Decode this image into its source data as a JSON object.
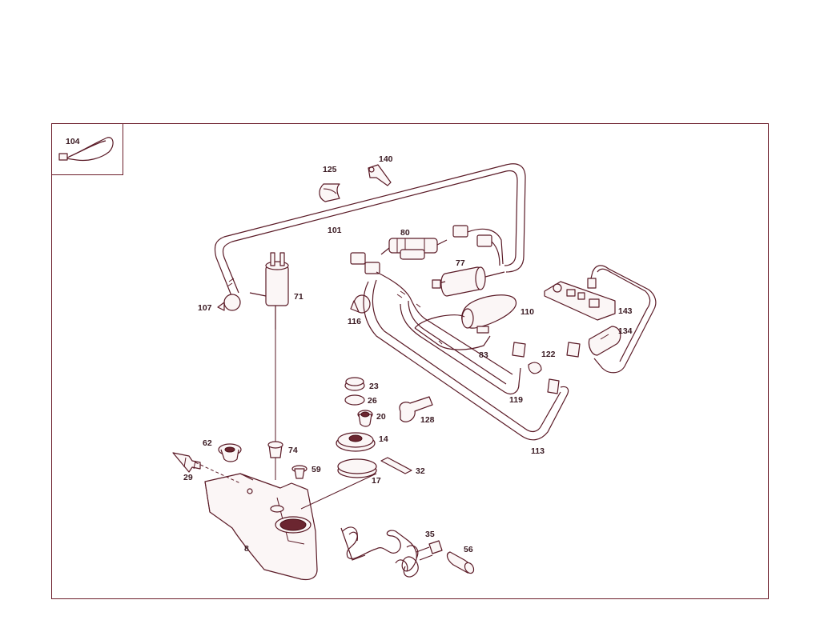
{
  "diagram": {
    "labels": {
      "p104": "104",
      "p125": "125",
      "p140": "140",
      "p101": "101",
      "p80": "80",
      "p77": "77",
      "p71": "71",
      "p107": "107",
      "p116": "116",
      "p110": "110",
      "p143": "143",
      "p134": "134",
      "p83": "83",
      "p122": "122",
      "p119": "119",
      "p23": "23",
      "p26": "26",
      "p20": "20",
      "p128": "128",
      "p14": "14",
      "p62": "62",
      "p74": "74",
      "p59": "59",
      "p32": "32",
      "p29": "29",
      "p17": "17",
      "p113": "113",
      "p8": "8",
      "p35": "35",
      "p56": "56"
    }
  }
}
